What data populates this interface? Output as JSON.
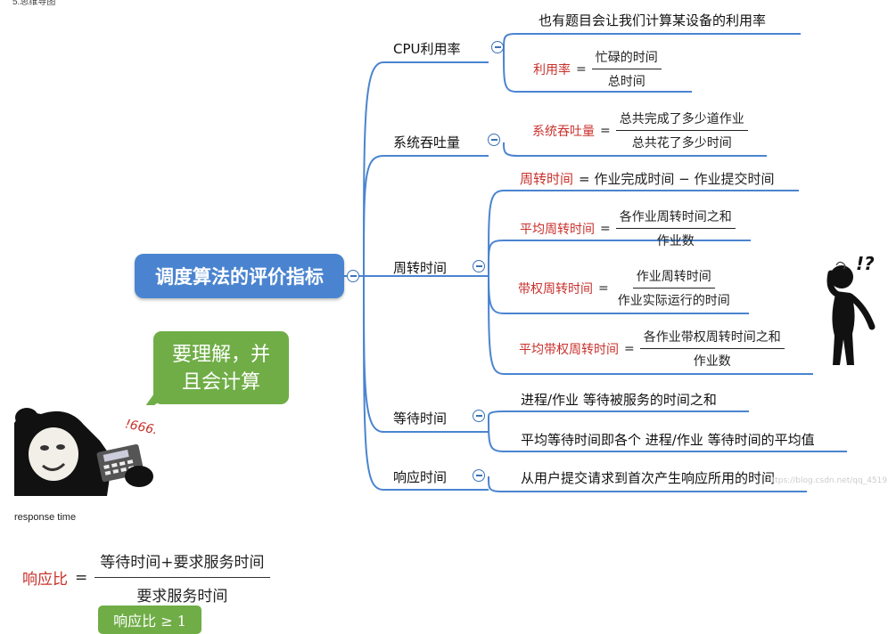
{
  "top_caption": "5.思维导图",
  "root": "调度算法的评价指标",
  "branches": {
    "cpu": "CPU利用率",
    "throughput": "系统吞吐量",
    "turnaround": "周转时间",
    "waiting": "等待时间",
    "response": "响应时间"
  },
  "cpu_leaves": {
    "note": "也有题目会让我们计算某设备的利用率",
    "formula_name": "利用率",
    "eq": "=",
    "numerator": "忙碌的时间",
    "denominator": "总时间"
  },
  "throughput_leaf": {
    "formula_name": "系统吞吐量",
    "eq": "=",
    "numerator": "总共完成了多少道作业",
    "denominator": "总共花了多少时间"
  },
  "turnaround_leaves": {
    "def_name": "周转时间",
    "def_rest": "= 作业完成时间 − 作业提交时间",
    "avg_name": "平均周转时间",
    "avg_num": "各作业周转时间之和",
    "avg_den": "作业数",
    "weighted_name": "带权周转时间",
    "weighted_num": "作业周转时间",
    "weighted_den": "作业实际运行的时间",
    "avg_weighted_name": "平均带权周转时间",
    "avg_weighted_num": "各作业带权周转时间之和",
    "avg_weighted_den": "作业数",
    "eq": "="
  },
  "waiting_leaves": {
    "first": "进程/作业 等待被服务的时间之和",
    "second": "平均等待时间即各个 进程/作业 等待时间的平均值"
  },
  "response_leaf": "从用户提交请求到首次产生响应所用的时间",
  "bubble": {
    "line1": "要理解，并",
    "line2": "且会计算"
  },
  "doodle_text": "!666.",
  "confused_marks": "!?",
  "watermark": "https://blog.csdn.net/qq_4519",
  "response_time_label": "response time",
  "formula": {
    "name": "响应比",
    "eq": "=",
    "numerator": "等待时间+要求服务时间",
    "denominator": "要求服务时间"
  },
  "badge": "响应比 ≥ 1",
  "colors": {
    "line": "#4a84d0",
    "root_bg": "#4a84d0",
    "accent_red": "#c8312c",
    "bubble_bg": "#70ad47"
  }
}
